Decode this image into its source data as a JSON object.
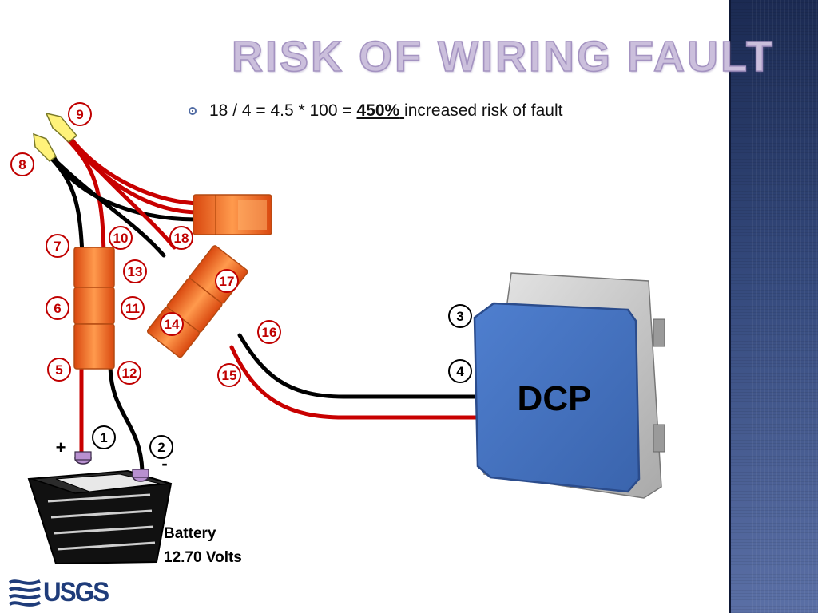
{
  "slide": {
    "title": "Risk of Wiring Fault",
    "bullet": {
      "prefix": "18 / 4 = 4.5 * 100 = ",
      "highlight": "450%",
      "highlight_space": " ",
      "suffix": "increased risk of fault"
    }
  },
  "diagram": {
    "dcp_label": "DCP",
    "battery": {
      "name": "Battery",
      "voltage": "12.70 Volts",
      "plus": "+",
      "minus": "-"
    },
    "connection_points": {
      "red": [
        "5",
        "6",
        "7",
        "8",
        "9",
        "10",
        "11",
        "12",
        "13",
        "14",
        "15",
        "16",
        "17",
        "18"
      ],
      "black": [
        "1",
        "2",
        "3",
        "4"
      ]
    }
  },
  "logo": {
    "text": "USGS"
  },
  "colors": {
    "wire_red": "#c80000",
    "wire_black": "#000000",
    "connector_orange": "#f0701e",
    "dcp_blue": "#5b8bd6",
    "marker_red": "#c00000",
    "title_lavender": "#cbbfdc",
    "side_band": "#2c3e70"
  },
  "icons": {
    "battery": "battery-icon",
    "connector": "wire-connector-icon",
    "enclosure": "dcp-enclosure-icon",
    "bullet": "circle-bullet-icon"
  }
}
